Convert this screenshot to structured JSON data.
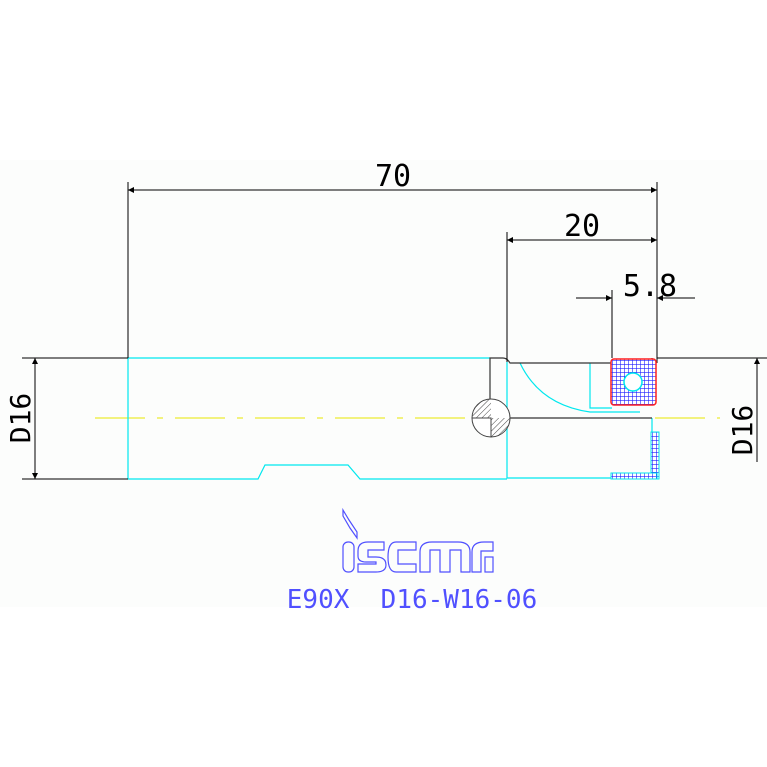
{
  "dimensions": {
    "overall_length": "70",
    "head_length": "20",
    "insert_width": "5.8",
    "shank_diameter_left": "D16",
    "cutting_diameter_right": "D16"
  },
  "logo": {
    "text": "iscar"
  },
  "designation": "E90X  D16-W16-06",
  "colors": {
    "dimension": "#000000",
    "outline": "#00e8ee",
    "centerline": "#e8e800",
    "insert": "#2020ff",
    "insert_border": "#ff2020",
    "text": "#5050ff"
  }
}
